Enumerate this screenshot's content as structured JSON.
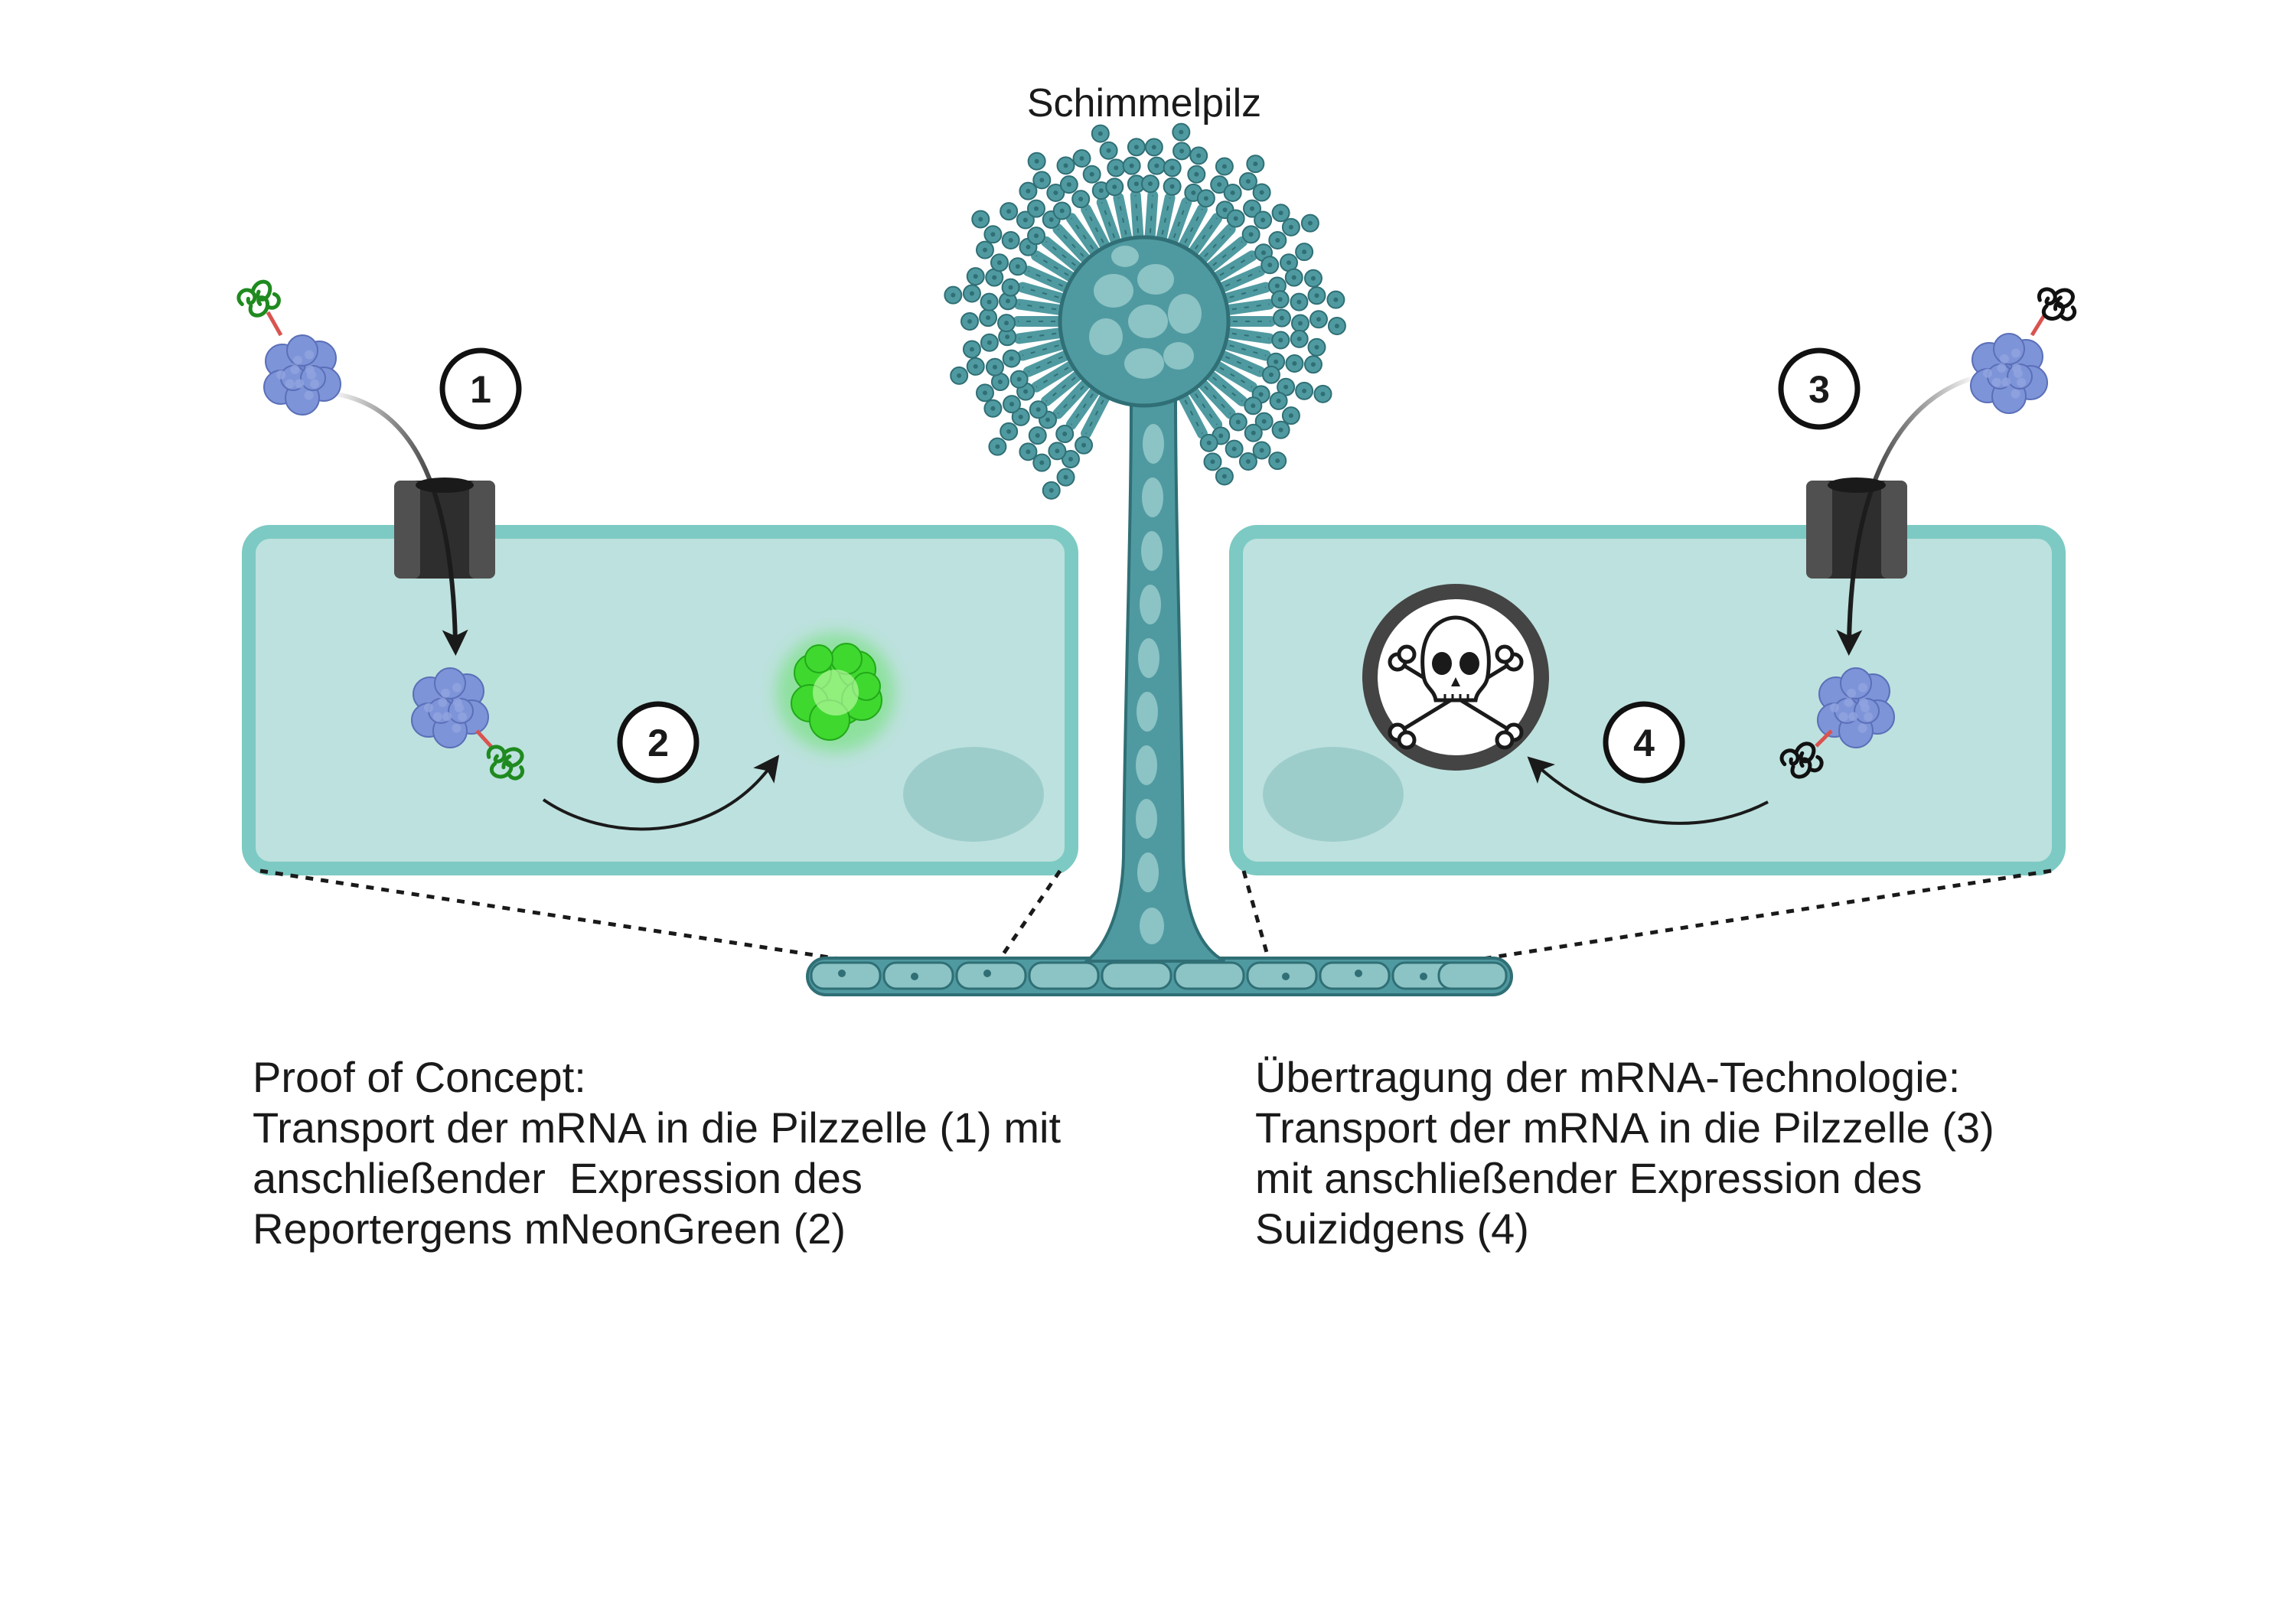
{
  "title": "Schimmelpilz",
  "steps": [
    {
      "label": "1"
    },
    {
      "label": "2"
    },
    {
      "label": "3"
    },
    {
      "label": "4"
    }
  ],
  "caption_left": {
    "lines": [
      "Proof of Concept:",
      "Transport der mRNA in die Pilzzelle (1) mit",
      "anschließender  Expression des",
      "Reportergens mNeonGreen (2)"
    ]
  },
  "caption_right": {
    "lines": [
      "Übertragung der mRNA-Technologie:",
      "Transport der mRNA in die Pilzzelle (3)",
      "mit anschließender Expression des",
      "Suizidgens (4)"
    ]
  },
  "colors": {
    "cell_fill": "#bde1de",
    "cell_border": "#7ccac3",
    "nucleus": "#9dcdcb",
    "fungus": "#4f9aa0",
    "fungus_dark": "#2f6f75",
    "fungus_light": "#8cc3c5",
    "ribosome": "#6f86cf",
    "mrna_green": "#1f8a1f",
    "mrna_black": "#111111",
    "linker_red": "#d9534f",
    "channel": "#3a3a3a",
    "glow": "#38e02a"
  },
  "icons": {
    "ribosome": "ribosome-icon",
    "mrna": "mrna-strand-icon",
    "channel": "membrane-channel-icon",
    "fluorescent_protein": "glowing-protein-icon",
    "skull": "skull-crossbones-icon"
  }
}
